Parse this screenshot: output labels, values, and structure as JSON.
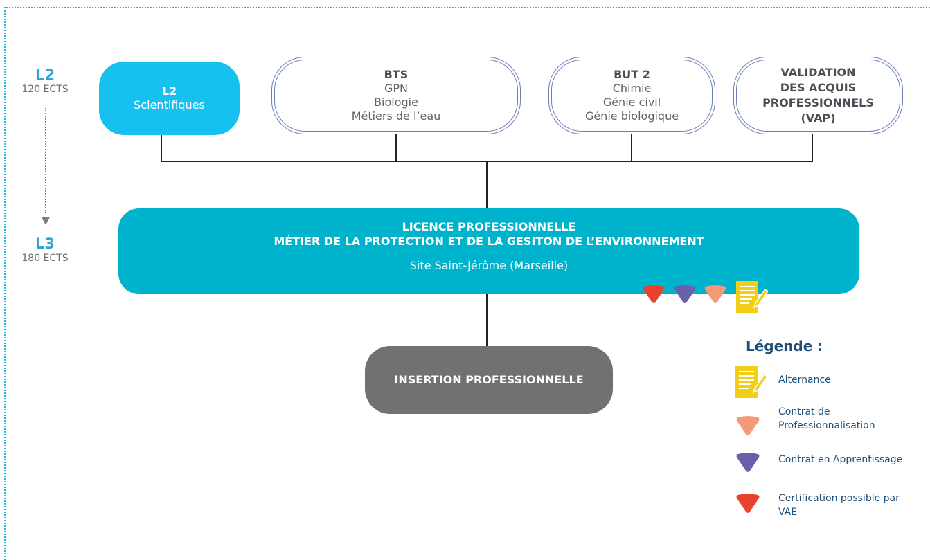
{
  "levels": {
    "top": {
      "code": "L2",
      "ects": "120 ECTS"
    },
    "bottom": {
      "code": "L3",
      "ects": "180 ECTS"
    }
  },
  "entry_boxes": {
    "l2": {
      "title": "L2",
      "lines": [
        "Scientifiques"
      ]
    },
    "bts": {
      "title": "BTS",
      "lines": [
        "GPN",
        "Biologie",
        "Métiers de l’eau"
      ]
    },
    "but": {
      "title": "BUT 2",
      "lines": [
        "Chimie",
        "Génie civil",
        "Génie biologique"
      ]
    },
    "vap": {
      "title_lines": [
        "VALIDATION",
        "DES ACQUIS",
        "PROFESSIONNELS",
        "(VAP)"
      ]
    }
  },
  "licence": {
    "title_line1": "LICENCE PROFESSIONNELLE",
    "title_line2": "MÉTIER DE LA PROTECTION ET DE LA GESITON DE L’ENVIRONNEMENT",
    "site": "Site Saint-Jérôme (Marseille)"
  },
  "insertion": {
    "title": "INSERTION PROFESSIONNELLE"
  },
  "legend": {
    "title": "Légende :",
    "items": [
      {
        "icon": "document-pencil-icon",
        "label": "Alternance"
      },
      {
        "icon": "orange-triangle-icon",
        "label": "Contrat de Professionnalisation"
      },
      {
        "icon": "purple-triangle-icon",
        "label": "Contrat en Apprentissage"
      },
      {
        "icon": "red-triangle-icon",
        "label": "Certification possible par VAE"
      }
    ]
  },
  "colors": {
    "red": "#e8422e",
    "purple": "#6a5faa",
    "orange": "#f59a77",
    "yellow": "#f2cf16",
    "cyan": "#00b3cc",
    "light_blue": "#17c1ef",
    "grey": "#6f7173"
  }
}
